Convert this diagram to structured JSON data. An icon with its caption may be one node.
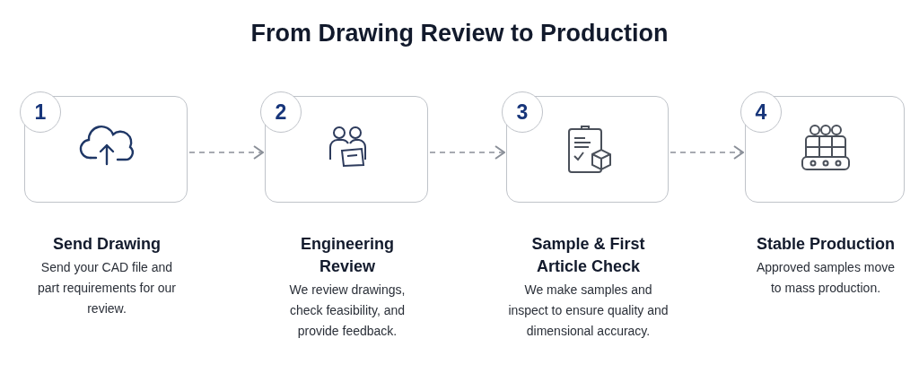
{
  "diagram": {
    "title": "From Drawing Review to Production",
    "nodes": [
      {
        "text": [
          "1",
          "Send Drawing",
          "Send your CAD file and part requirements for our review."
        ]
      },
      {
        "text": [
          "2",
          "Engineering Review",
          "We review drawings, check feasibility, and provide feedback."
        ]
      },
      {
        "text": [
          "3",
          "Sample & First Article Check",
          "We make samples and inspect to ensure quality and dimensional accuracy."
        ]
      },
      {
        "text": [
          "4",
          "Stable Production",
          "Approved samples move to mass production."
        ]
      }
    ],
    "edges": [
      {
        "from": 0,
        "to": 1,
        "arrow": "to",
        "style": "dashed"
      },
      {
        "from": 1,
        "to": 2,
        "arrow": "to",
        "style": "dashed"
      },
      {
        "from": 2,
        "to": 3,
        "arrow": "to",
        "style": "dashed"
      }
    ]
  }
}
